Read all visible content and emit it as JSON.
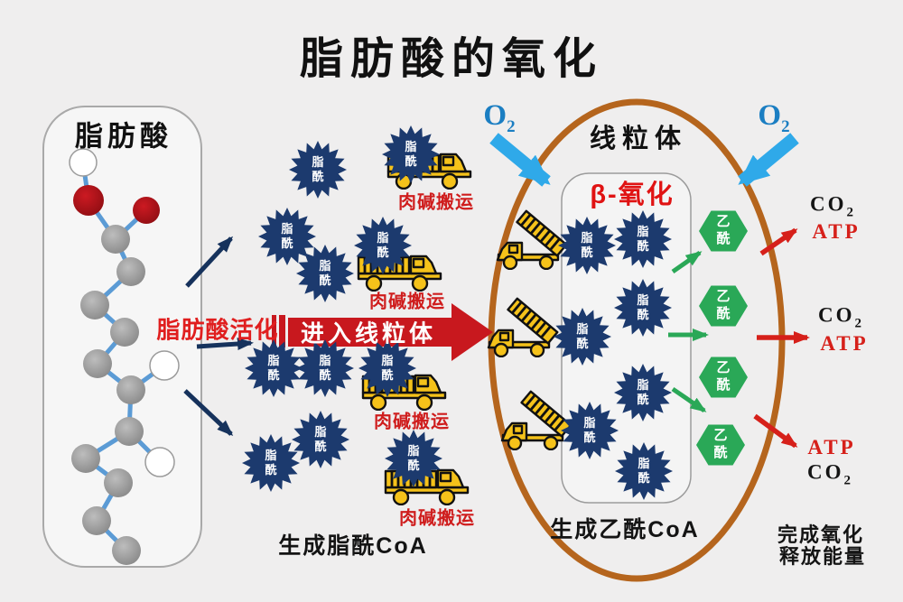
{
  "title": "脂肪酸的氧化",
  "panel": {
    "label": "脂肪酸"
  },
  "labels": {
    "acyl": "脂酰",
    "acetyl": "乙酰",
    "carnitine": "肉碱搬运",
    "activation": "脂肪酸活化",
    "enter_mito": "进入线粒体",
    "mitochondria": "线粒体",
    "beta_oxidation": "β-氧化",
    "o2_base": "O",
    "o2_sub": "2",
    "co2_base": "CO",
    "co2_sub": "2",
    "atp": "ATP"
  },
  "captions": {
    "acyl_coa": "生成脂酰CoA",
    "acetyl_coa": "生成乙酰CoA",
    "oxidation_done": "完成氧化",
    "energy_release": "释放能量"
  },
  "colors": {
    "background": "#efeeee",
    "burst_navy": "#1c3a6e",
    "hexagon_green": "#2aa857",
    "big_arrow_red": "#c8181e",
    "small_arrow_red": "#d6201a",
    "arrow_cyan": "#2fa9e9",
    "o2_blue": "#1b7ec2",
    "membrane_brown": "#b5651d",
    "arrow_navy": "#16325c",
    "truck_yellow": "#f5c21a",
    "bond_blue": "#5b9bd5",
    "atom_red": "#b21016",
    "atom_gray": "#9a9a9a"
  }
}
